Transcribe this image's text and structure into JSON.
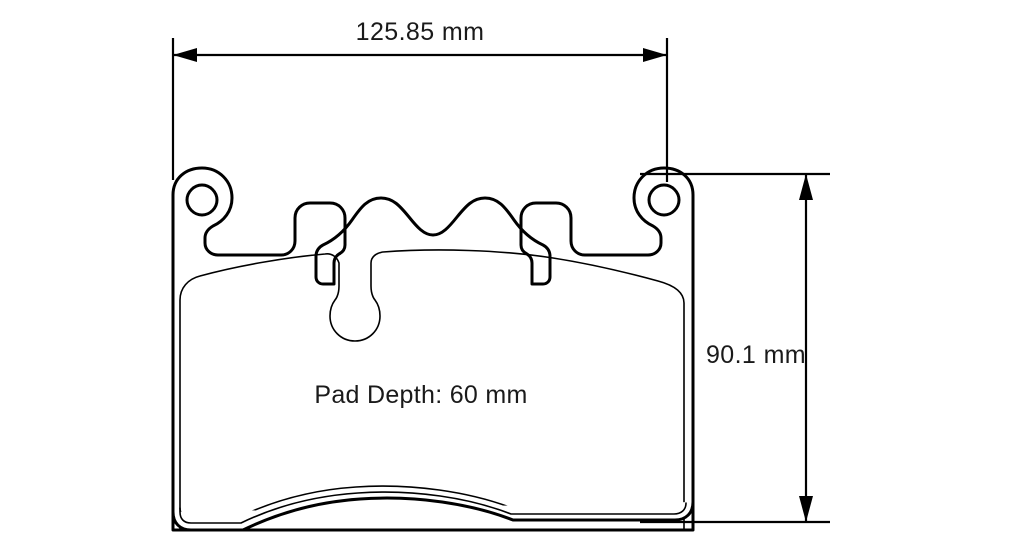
{
  "drawing": {
    "title_absent": true,
    "background_color": "#ffffff",
    "line_color": "#000000",
    "text_color": "#1a1a1a",
    "subject": "brake-pad-technical-drawing"
  },
  "dimensions": {
    "width": {
      "label": "125.85 mm",
      "value": 125.85,
      "unit": "mm",
      "orientation": "horizontal",
      "position": "top"
    },
    "height": {
      "label": "90.1 mm",
      "value": 90.1,
      "unit": "mm",
      "orientation": "vertical",
      "position": "right"
    }
  },
  "annotations": {
    "pad_depth": {
      "label": "Pad Depth: 60 mm",
      "value": 60,
      "unit": "mm",
      "position": "center-of-friction-material"
    }
  }
}
